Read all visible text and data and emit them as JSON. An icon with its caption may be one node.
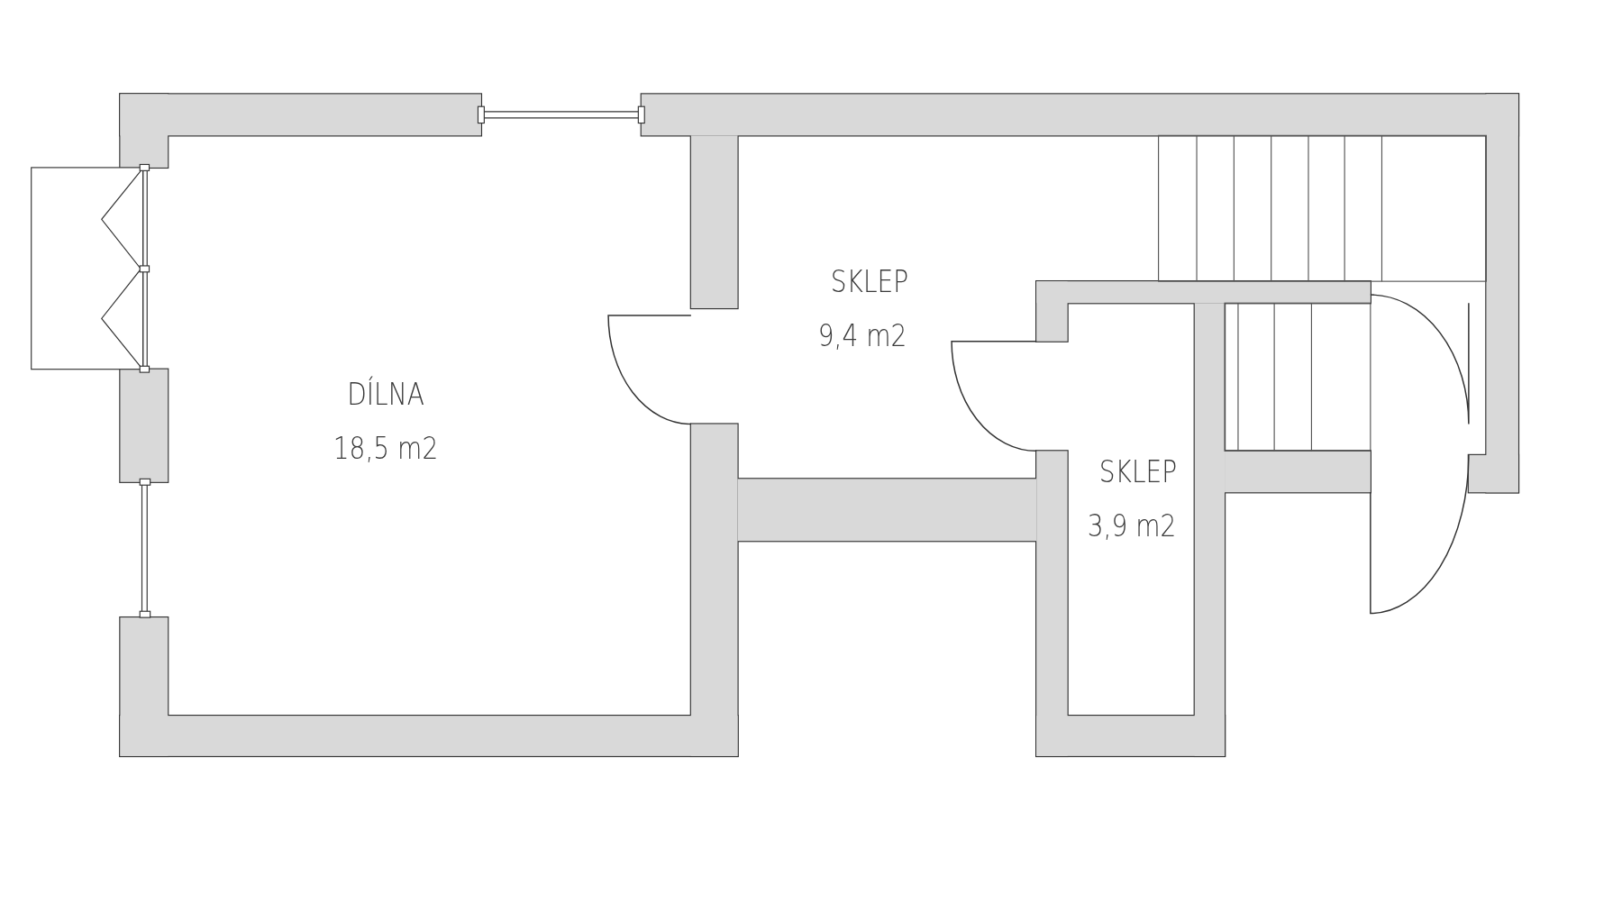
{
  "diagram": {
    "labels": [
      "DÍLNA",
      "18,5 m2",
      "SKLEP",
      "9,4 m2",
      "SKLEP",
      "3,9 m2"
    ]
  }
}
